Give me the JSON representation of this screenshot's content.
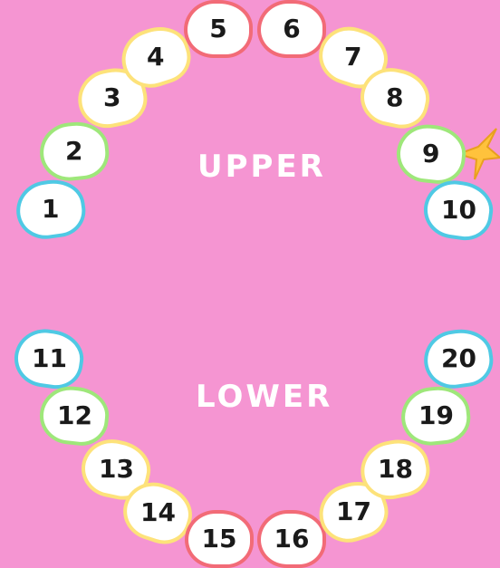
{
  "labels": {
    "upper": "UPPER",
    "lower": "LOWER"
  },
  "colors": {
    "background": "#f595d2",
    "tooth_fill": "#ffffff",
    "red": "#f26b77",
    "yellow": "#fde27a",
    "green": "#9ee77a",
    "blue": "#4fc9e4",
    "star": "#ffc23c"
  },
  "upper_teeth": [
    {
      "number": "1",
      "color": "blue"
    },
    {
      "number": "2",
      "color": "green"
    },
    {
      "number": "3",
      "color": "yellow"
    },
    {
      "number": "4",
      "color": "yellow"
    },
    {
      "number": "5",
      "color": "red"
    },
    {
      "number": "6",
      "color": "red"
    },
    {
      "number": "7",
      "color": "yellow"
    },
    {
      "number": "8",
      "color": "yellow"
    },
    {
      "number": "9",
      "color": "green"
    },
    {
      "number": "10",
      "color": "blue"
    }
  ],
  "lower_teeth": [
    {
      "number": "11",
      "color": "blue"
    },
    {
      "number": "12",
      "color": "green"
    },
    {
      "number": "13",
      "color": "yellow"
    },
    {
      "number": "14",
      "color": "yellow"
    },
    {
      "number": "15",
      "color": "red"
    },
    {
      "number": "16",
      "color": "red"
    },
    {
      "number": "17",
      "color": "yellow"
    },
    {
      "number": "18",
      "color": "yellow"
    },
    {
      "number": "19",
      "color": "green"
    },
    {
      "number": "20",
      "color": "blue"
    }
  ],
  "star_icon": "star-icon"
}
